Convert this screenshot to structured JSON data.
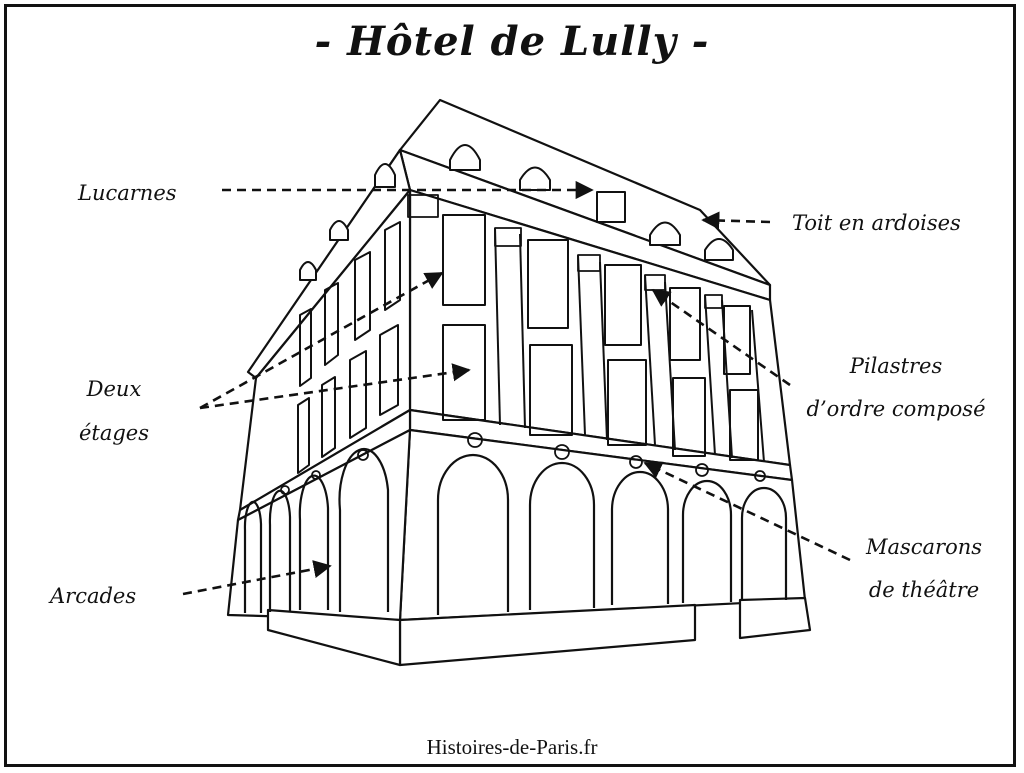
{
  "title": "- Hôtel de Lully -",
  "footer": "Histoires-de-Paris.fr",
  "labels": {
    "lucarnes": "Lucarnes",
    "toit": "Toit en ardoises",
    "deux_line1": "Deux",
    "deux_line2": "étages",
    "pilastres_line1": "Pilastres",
    "pilastres_line2": "d’ordre composé",
    "mascarons_line1": "Mascarons",
    "mascarons_line2": "de théâtre",
    "arcades": "Arcades"
  },
  "colors": {
    "ink": "#111111",
    "paper": "#ffffff"
  }
}
